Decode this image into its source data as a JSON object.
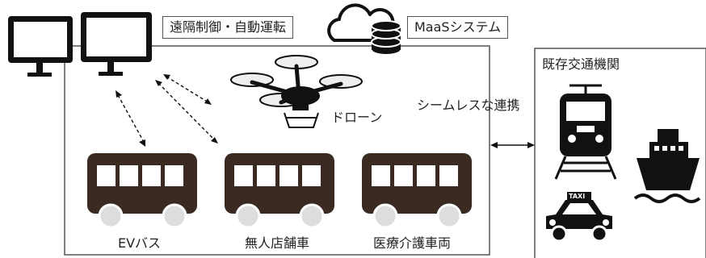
{
  "remote_label": "遠隔制御・自動運転",
  "maas_label": "MaaSシステム",
  "existing_transport_label": "既存交通機関",
  "seamless_label": "シームレスな連携",
  "drone_label": "ドローン",
  "vehicles": [
    {
      "label": "EVバス"
    },
    {
      "label": "無人店舗車"
    },
    {
      "label": "医療介護車両"
    }
  ],
  "taxi_sign": "TAXI",
  "colors": {
    "vehicle": "#3a2a22",
    "dark": "#111111",
    "wheel": "#dddddd",
    "border": "#555555"
  }
}
